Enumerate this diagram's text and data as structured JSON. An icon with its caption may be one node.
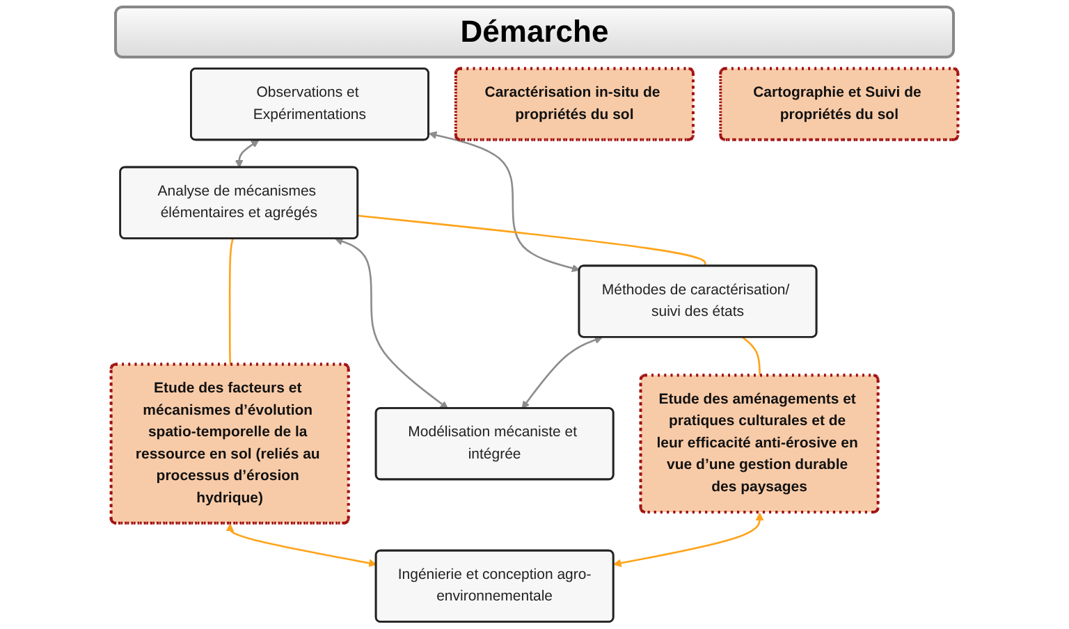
{
  "diagram": {
    "title": "Démarche",
    "nodes": [
      {
        "text": [
          "Observations et Expérimentations"
        ]
      },
      {
        "text": [
          "Caractérisation in-situ de propriétés du sol"
        ]
      },
      {
        "text": [
          "Cartographie et Suivi de propriétés du sol"
        ]
      },
      {
        "text": [
          "Analyse de mécanismes élémentaires et agrégés"
        ]
      },
      {
        "text": [
          "Méthodes de caractérisation/ suivi des états"
        ]
      },
      {
        "text": [
          "Etude des facteurs et mécanismes d’évolution spatio-temporelle de la ressource en sol (reliés au processus d’érosion hydrique)"
        ]
      },
      {
        "text": [
          "Modélisation mécaniste et intégrée"
        ]
      },
      {
        "text": [
          "Etude des aménagements et pratiques culturales et de leur efficacité anti-érosive en vue d’une gestion durable des paysages"
        ]
      },
      {
        "text": [
          "Ingénierie et conception agro-environnementale"
        ]
      }
    ],
    "edges": [
      {
        "from": 0,
        "to": 3,
        "arrow": "both",
        "color": "#8c8c8c"
      },
      {
        "from": 3,
        "to": 6,
        "arrow": "both",
        "color": "#8c8c8c"
      },
      {
        "from": 4,
        "to": 6,
        "arrow": "both",
        "color": "#8c8c8c"
      },
      {
        "from": 0,
        "to": 4,
        "arrow": "both",
        "color": "#8c8c8c"
      },
      {
        "from": 5,
        "to": 8,
        "arrow": "both",
        "color": "#ffa31a"
      },
      {
        "from": 3,
        "to": 5,
        "arrow": "none",
        "color": "#ffa31a"
      },
      {
        "from": 3,
        "to": 4,
        "arrow": "none",
        "color": "#ffa31a"
      },
      {
        "from": 4,
        "to": 7,
        "arrow": "none",
        "color": "#ffa31a"
      },
      {
        "from": 7,
        "to": 8,
        "arrow": "both",
        "color": "#ffa31a"
      }
    ]
  }
}
